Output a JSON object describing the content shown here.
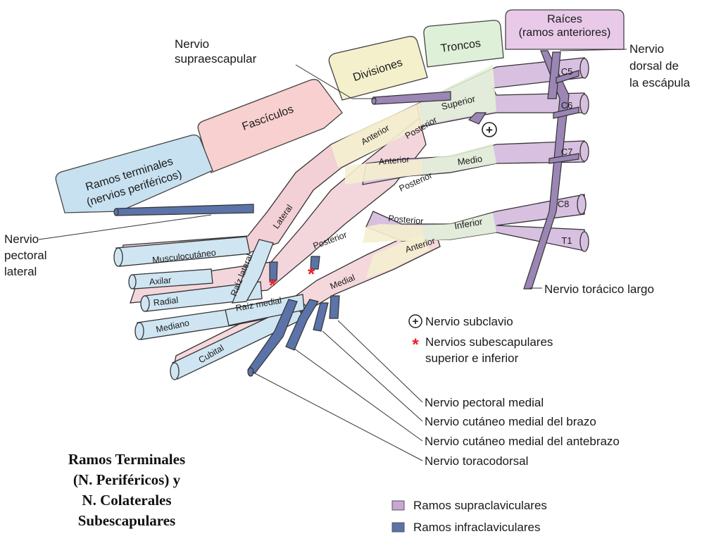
{
  "colors": {
    "supraclavicular": "#d4b6dc",
    "infraclavicular": "#5b73a8",
    "roots_box": "#e8c9e8",
    "trunks_box": "#dff0d8",
    "divisions_box": "#f4f0cc",
    "cords_box": "#f7d0cf",
    "terminal_box": "#c7e1f0",
    "asterisk": "#e8202a"
  },
  "headers": {
    "roots_line1": "Raíces",
    "roots_line2": "(ramos anteriores)",
    "trunks": "Troncos",
    "divisions": "Divisiones",
    "cords": "Fascículos",
    "terminal_line1": "Ramos terminales",
    "terminal_line2": "(nervios periféricos)"
  },
  "roots": [
    "C5",
    "C6",
    "C7",
    "C8",
    "T1"
  ],
  "trunks": [
    "Superior",
    "Medio",
    "Inferior"
  ],
  "divisions": {
    "anterior": "Anterior",
    "posterior": "Posterior"
  },
  "cords": [
    "Lateral",
    "Posterior",
    "Medial"
  ],
  "terminal_branches": [
    "Musculocutáneo",
    "Axilar",
    "Radial",
    "Mediano",
    "Cubital"
  ],
  "median_roots": {
    "lateral": "Raíz lateral",
    "medial": "Raíz medial"
  },
  "labels": {
    "suprascapular_line1": "Nervio",
    "suprascapular_line2": "supraescapular",
    "dorsal_scapular_line1": "Nervio",
    "dorsal_scapular_line2": "dorsal de",
    "dorsal_scapular_line3": "la escápula",
    "pectoral_lateral_line1": "Nervio",
    "pectoral_lateral_line2": "pectoral",
    "pectoral_lateral_line3": "lateral",
    "long_thoracic": "Nervio torácico largo",
    "subclavian": "Nervio subclavio",
    "subscapular_line1": "Nervios subescapulares",
    "subscapular_line2": "superior e inferior",
    "pectoral_medial": "Nervio pectoral medial",
    "cutaneous_arm": "Nervio cutáneo medial del brazo",
    "cutaneous_forearm": "Nervio cutáneo medial del antebrazo",
    "thoracodorsal": "Nervio toracodorsal"
  },
  "symbols": {
    "plus": "+",
    "asterisk": "*"
  },
  "legend": [
    {
      "label": "Ramos supraclaviculares",
      "color": "#c9a6d6"
    },
    {
      "label": "Ramos infraclaviculares",
      "color": "#5b73a8"
    }
  ],
  "caption": [
    "Ramos Terminales",
    "(N. Periféricos) y",
    "N. Colaterales",
    "Subescapulares"
  ]
}
